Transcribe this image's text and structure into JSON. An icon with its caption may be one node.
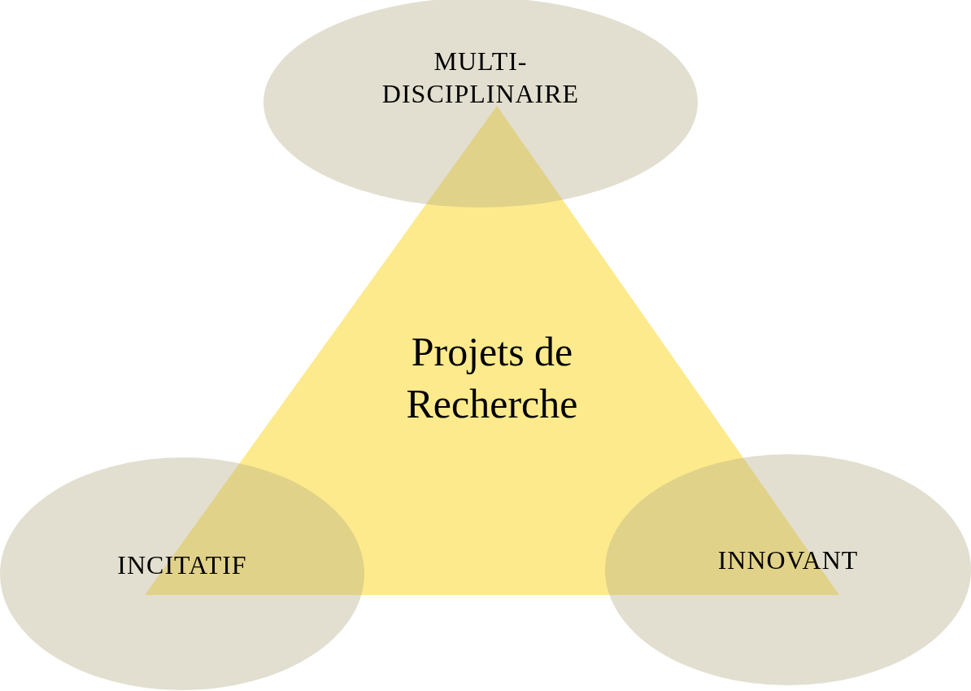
{
  "diagram": {
    "nodes": [
      {
        "text": [
          "MULTI- DISCIPLINAIRE"
        ]
      },
      {
        "text": [
          "Projets de Recherche"
        ]
      },
      {
        "text": [
          "INCITATIF"
        ]
      },
      {
        "text": [
          "INNOVANT"
        ]
      }
    ]
  }
}
